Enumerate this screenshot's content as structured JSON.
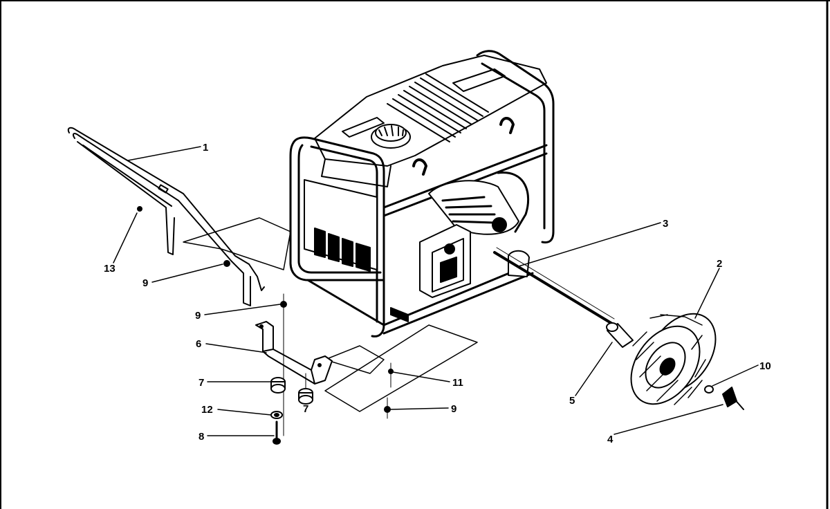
{
  "diagram": {
    "callouts": [
      {
        "id": "c1",
        "label": "1"
      },
      {
        "id": "c2",
        "label": "2"
      },
      {
        "id": "c3",
        "label": "3"
      },
      {
        "id": "c4",
        "label": "4"
      },
      {
        "id": "c5",
        "label": "5"
      },
      {
        "id": "c6",
        "label": "6"
      },
      {
        "id": "c7a",
        "label": "7"
      },
      {
        "id": "c7b",
        "label": "7"
      },
      {
        "id": "c8",
        "label": "8"
      },
      {
        "id": "c9a",
        "label": "9"
      },
      {
        "id": "c9b",
        "label": "9"
      },
      {
        "id": "c9c",
        "label": "9"
      },
      {
        "id": "c10",
        "label": "10"
      },
      {
        "id": "c11",
        "label": "11"
      },
      {
        "id": "c12",
        "label": "12"
      },
      {
        "id": "c13",
        "label": "13"
      }
    ]
  }
}
